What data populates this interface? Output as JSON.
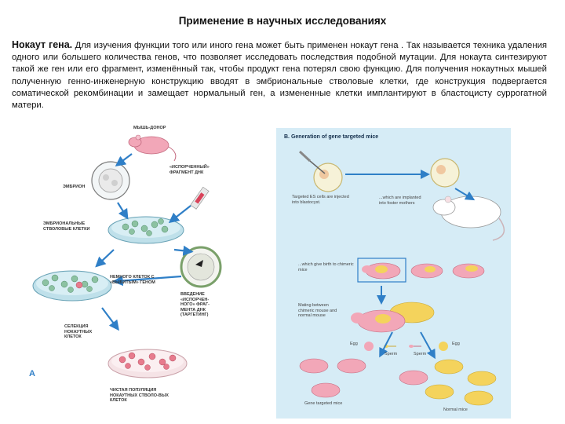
{
  "slide": {
    "title": "Применение в научных исследованиях",
    "term": "Нокаут гена.",
    "body": " Для изучения функции того или иного гена может быть применен нокаут гена . Так называется техника удаления одного или большего количества генов, что позволяет исследовать последствия подобной мутации. Для нокаута синтезируют такой же ген или его фрагмент, изменённый так, чтобы продукт гена потерял свою функцию. Для получения нокаутных мышей полученную генно-инженерную конструкцию вводят в эмбриональные стволовые клетки, где конструкция подвергается соматической рекомбинации и замещает нормальный ген, а измененные клетки имплантируют в бластоцисту суррогатной матери."
  },
  "figure_a": {
    "panel_letter": "A",
    "labels": {
      "donor": "МЫШЬ-ДОНОР",
      "broken_dna": "«ИСПОРЧЕННЫЙ» ФРАГМЕНТ ДНК",
      "embryo": "ЭМБРИОН",
      "stem_cells": "ЭМБРИОНАЛЬНЫЕ СТВОЛОВЫЕ КЛЕТКИ",
      "few_cells": "НЕМНОГО КЛЕТОК С «ВЫБИТЫМ» ГЕНОМ",
      "insertion": "ВВЕДЕНИЕ «ИСПОРЧЕН-НОГО» ФРАГ-МЕНТА ДНК (ТАРГЕТИНГ)",
      "selection": "СЕЛЕКЦИЯ НОКАУТНЫХ КЛЕТОК",
      "pure": "ЧИСТАЯ ПОПУЛЯЦИЯ НОКАУТНЫХ СТВОЛО-ВЫХ КЛЕТОК"
    }
  },
  "figure_b": {
    "title": "B.   Generation of gene targeted mice",
    "labels": {
      "es_cells": "Targeted ES cells are injected into blastocyst.",
      "foster": "...which are implanted into foster mothers",
      "chimeric": "...which give birth to chimeric mice",
      "mating": "Mating between chimeric mouse and normal mouse",
      "egg_left": "Egg",
      "sperm1": "Sperm",
      "sperm2": "Sperm",
      "egg_right": "Egg",
      "gene_targeted": "Gene targeted mice",
      "normal": "Normal mice"
    }
  },
  "colors": {
    "arrow_blue": "#2f7fc7",
    "mouse_pink": "#f2a7b8",
    "mouse_yellow": "#f4d35c",
    "dish_blue": "#bfe0ea",
    "panel_bg": "#d6ecf6"
  }
}
